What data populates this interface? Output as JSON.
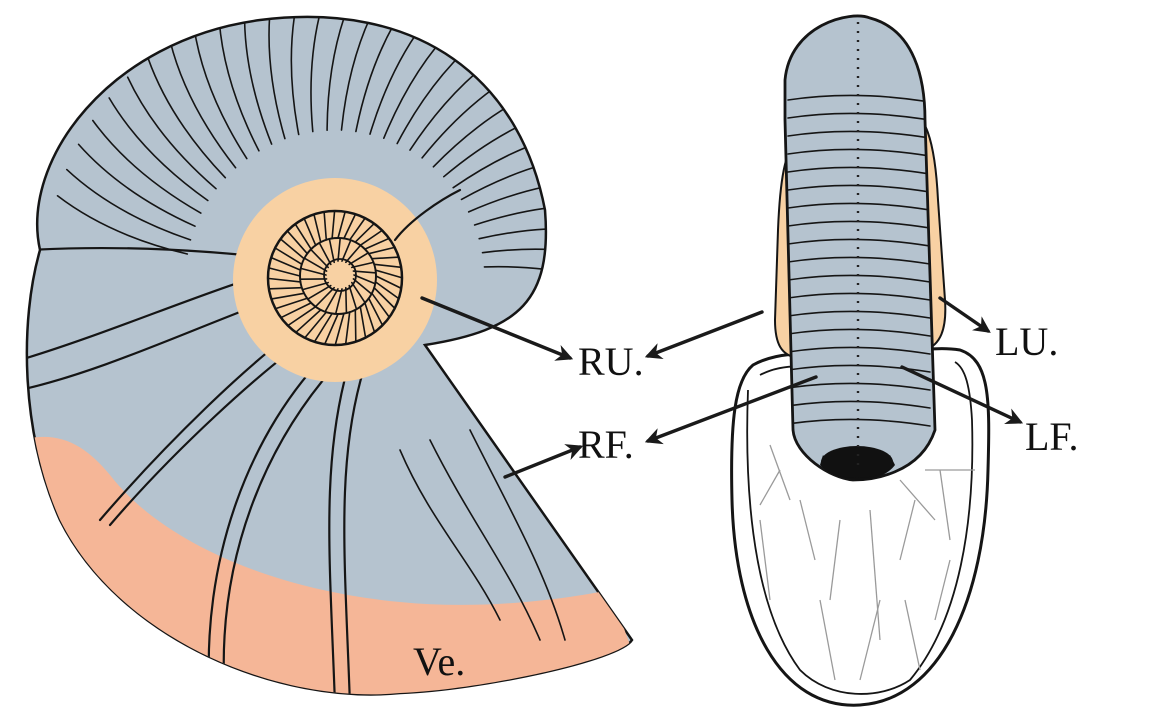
{
  "labels": {
    "right_umbilicus": "RU.",
    "right_flank": "RF.",
    "left_umbilicus": "LU.",
    "left_flank": "LF.",
    "venter": "Ve."
  },
  "colors": {
    "shell_body": "#b5c3cf",
    "umbilicus": "#f8d1a3",
    "venter": "#f5b697",
    "aperture": "#ffffff",
    "outline": "#151515"
  }
}
